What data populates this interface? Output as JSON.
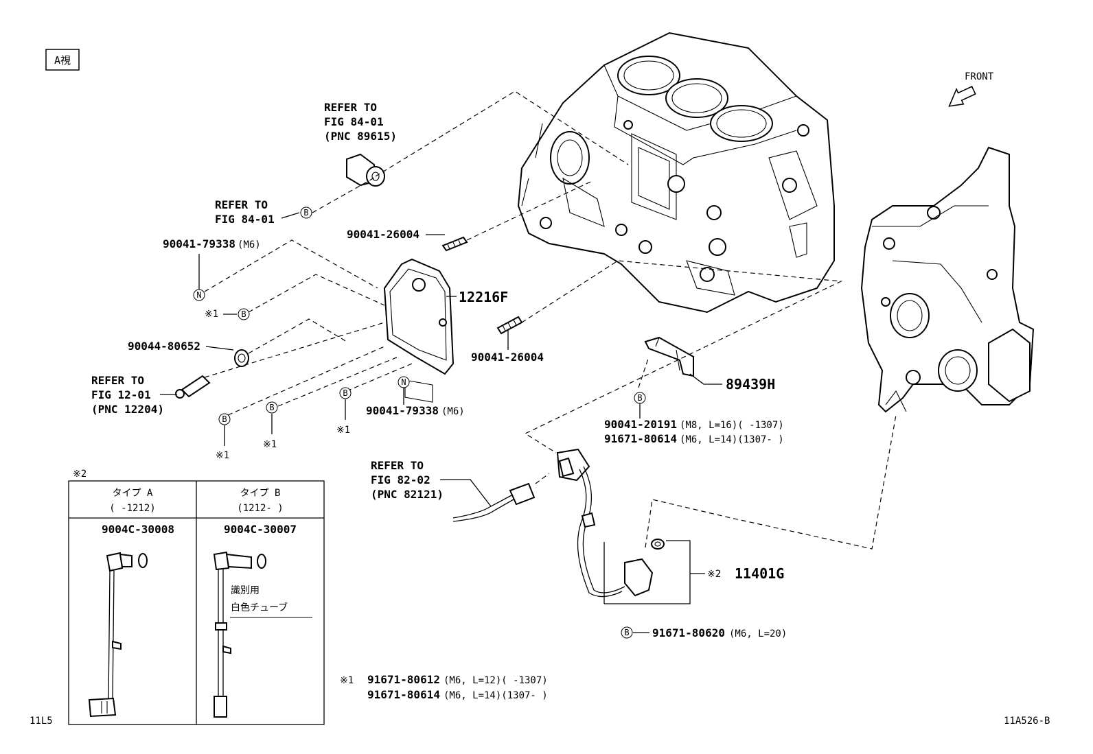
{
  "view_label": "A視",
  "front_label": "FRONT",
  "refer": {
    "knock_top": [
      "REFER TO",
      "FIG 84-01",
      "(PNC 89615)"
    ],
    "knock_conn": [
      "REFER TO",
      "FIG 84-01"
    ],
    "oil_switch": [
      "REFER TO",
      "FIG 12-01",
      "(PNC 12204)"
    ],
    "harness": [
      "REFER TO",
      "FIG 82-02",
      "(PNC 82121)"
    ]
  },
  "parts": {
    "p1": "90041-79338",
    "p1_note": "(M6)",
    "p2": "90041-26004",
    "p3": "12216F",
    "p4": "90041-26004",
    "p5": "90044-80652",
    "p6": "90041-79338",
    "p6_note": "(M6)",
    "p7": "89439H",
    "p8a": "90041-20191",
    "p8a_note": "(M8, L=16)(      -1307)",
    "p8b": "91671-80614",
    "p8b_note": "(M6, L=14)(1307-      )",
    "p9": "11401G",
    "p9_mark": "※2",
    "p10": "91671-80620",
    "p10_note": "(M6, L=20)"
  },
  "marks": {
    "b": "B",
    "n": "N",
    "star1": "※1"
  },
  "inset": {
    "title": "※2",
    "col_a_title": "タイプ A",
    "col_a_range": "(      -1212)",
    "col_b_title": "タイプ B",
    "col_b_range": "(1212-      )",
    "col_a_part": "9004C-30008",
    "col_b_part": "9004C-30007",
    "tube_note_1": "識別用",
    "tube_note_2": "白色チューブ"
  },
  "footnote": {
    "mark": "※1",
    "line1_part": "91671-80612",
    "line1_note": "(M6, L=12)(      -1307)",
    "line2_part": "91671-80614",
    "line2_note": "(M6, L=14)(1307-      )"
  },
  "corner_left": "11L5",
  "corner_right": "11A526-B"
}
